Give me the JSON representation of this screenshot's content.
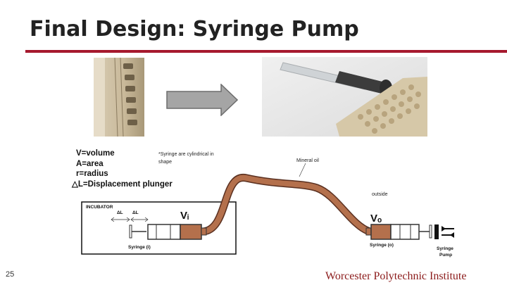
{
  "title": "Final Design: Syringe Pump",
  "page_number": "25",
  "footer": "Worcester Polytechnic Institute",
  "colors": {
    "accent_rule": "#a6192e",
    "tubing": "#b4704c",
    "tubing_outline": "#5a3020",
    "arrow_fill": "#a5a5a5",
    "footer_text": "#8b1a1a"
  },
  "diagram": {
    "legend": [
      "V=volume",
      "A=area",
      "r=radius",
      "△L=Displacement plunger"
    ],
    "note_line1": "*Syringe are cylindrical in",
    "note_line2": "shape",
    "mineral_oil": "Mineral oil",
    "outside": "outside",
    "incubator": "INCUBATOR",
    "delta_a": "ΔL",
    "delta_b": "ΔL",
    "v_inside": "Vᵢ",
    "v_outside": "Vₒ",
    "syringe_inside": "Syringe (i)",
    "syringe_outside": "Syringe (o)",
    "pump_line1": "Syringe",
    "pump_line2": "Pump"
  }
}
